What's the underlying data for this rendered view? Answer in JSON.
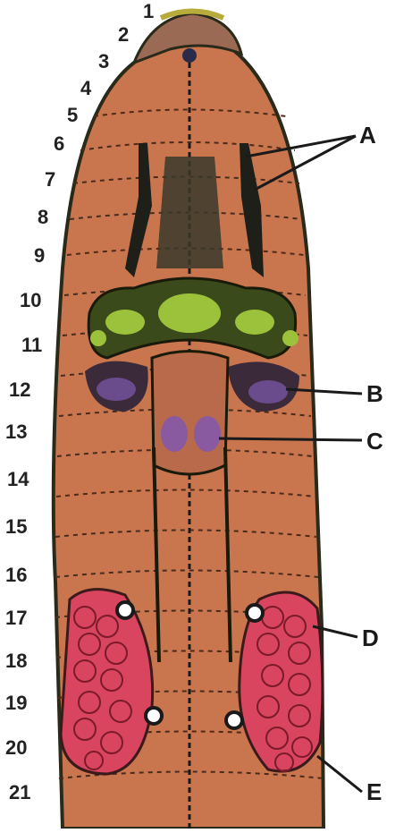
{
  "segment_labels": [
    "1",
    "2",
    "3",
    "4",
    "5",
    "6",
    "7",
    "8",
    "9",
    "10",
    "11",
    "12",
    "13",
    "14",
    "15",
    "16",
    "17",
    "18",
    "19",
    "20",
    "21"
  ],
  "callouts": [
    "A",
    "B",
    "C",
    "D",
    "E"
  ],
  "colors": {
    "body": "#c9764f",
    "body_dark": "#8a4a2e",
    "outline": "#2a2a1a",
    "ganglia": "#9cc23b",
    "glands": "#6a4c8c",
    "testis_sac": "#d9455f",
    "tip": "#b7ab3c"
  }
}
